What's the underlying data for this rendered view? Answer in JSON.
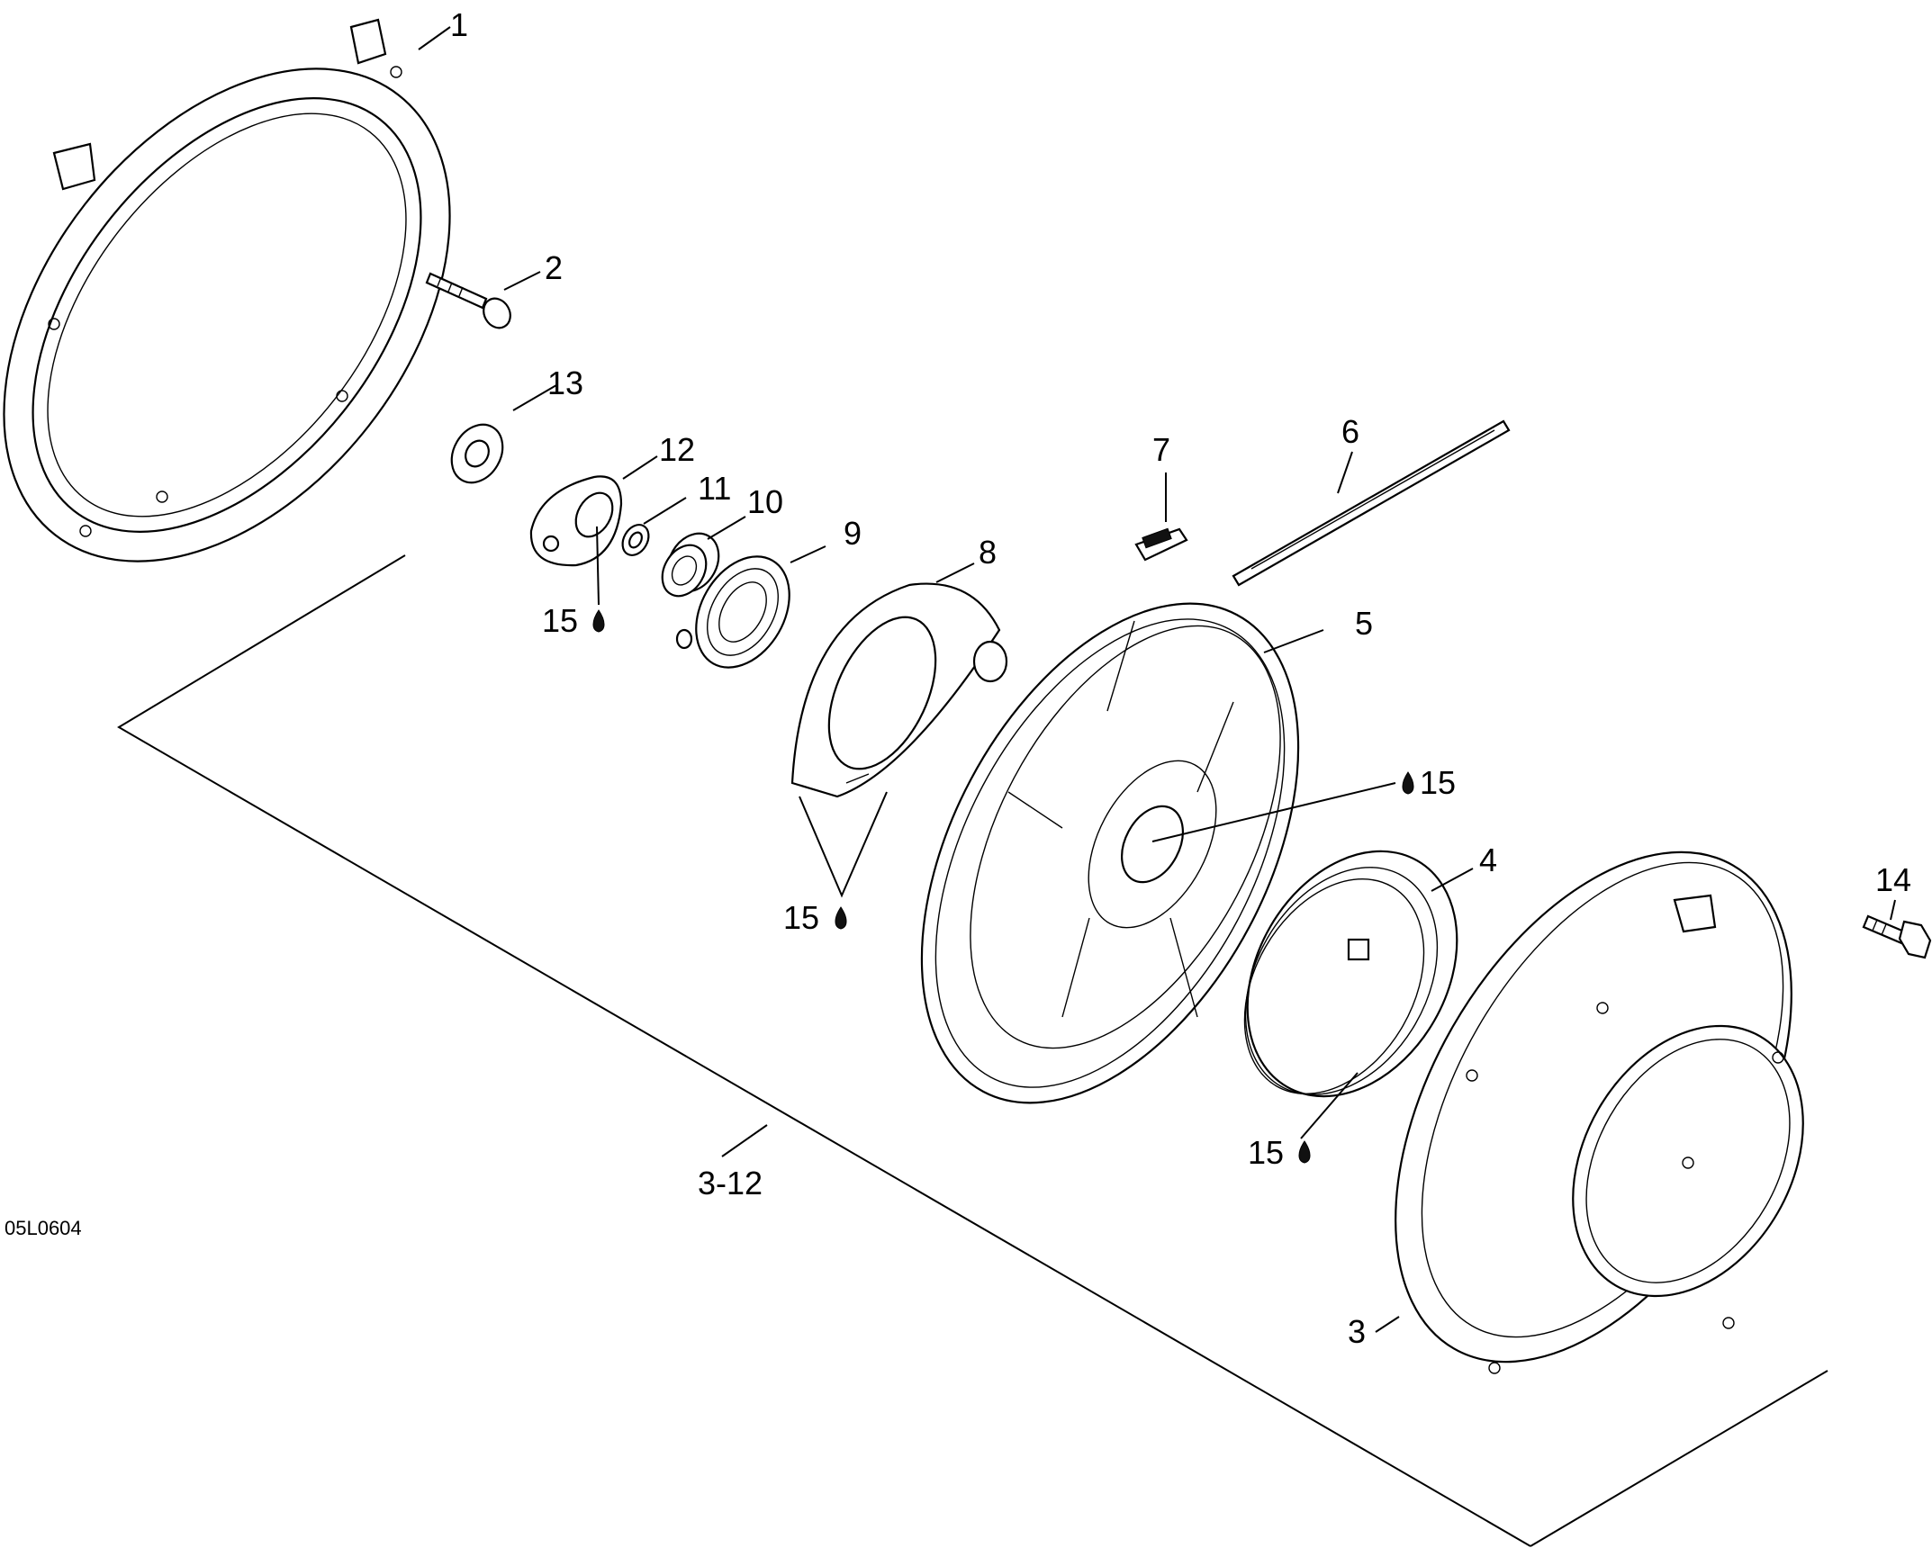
{
  "diagram": {
    "code": "05L0604",
    "callouts": [
      {
        "id": "c1",
        "text": "1"
      },
      {
        "id": "c2",
        "text": "2"
      },
      {
        "id": "c3",
        "text": "3"
      },
      {
        "id": "c3-12",
        "text": "3-12"
      },
      {
        "id": "c4",
        "text": "4"
      },
      {
        "id": "c5",
        "text": "5"
      },
      {
        "id": "c6",
        "text": "6"
      },
      {
        "id": "c7",
        "text": "7"
      },
      {
        "id": "c8",
        "text": "8"
      },
      {
        "id": "c9",
        "text": "9"
      },
      {
        "id": "c10",
        "text": "10"
      },
      {
        "id": "c11",
        "text": "11"
      },
      {
        "id": "c12",
        "text": "12"
      },
      {
        "id": "c13",
        "text": "13"
      },
      {
        "id": "c14",
        "text": "14"
      },
      {
        "id": "c15a",
        "text": "15"
      },
      {
        "id": "c15b",
        "text": "15"
      },
      {
        "id": "c15c",
        "text": "15"
      },
      {
        "id": "c15d",
        "text": "15"
      }
    ],
    "lubricant_icon": "oil-drop-icon"
  }
}
